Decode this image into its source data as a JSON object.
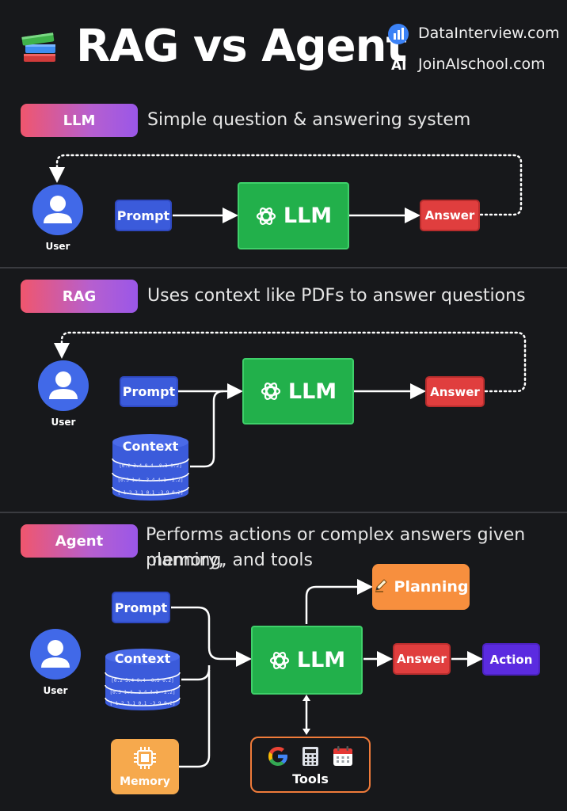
{
  "header": {
    "title": "RAG vs Agent",
    "brand_1": "DataInterview.com",
    "brand_2_prefix": "AI",
    "brand_2": "JoinAIschool.com"
  },
  "sections": {
    "llm": {
      "pill": "LLM",
      "description": "Simple question & answering system"
    },
    "rag": {
      "pill": "RAG",
      "description": "Uses context like PDFs to answer questions"
    },
    "agent": {
      "pill": "Agent",
      "description_line1": "Performs actions or complex answers given memory,",
      "description_line2": "planning, and tools"
    }
  },
  "nodes": {
    "user": "User",
    "prompt": "Prompt",
    "llm": "LLM",
    "answer": "Answer",
    "context": "Context",
    "context_row1": "[0.2  3.4  0.4  -0.3  0.2]",
    "context_row2": "[0.5  1.4  -3.4  4.1  -2.2]",
    "context_row3": "[-1.2  3.1  0.1  -3.9  0.2]",
    "planning": "Planning",
    "action": "Action",
    "memory": "Memory",
    "tools": "Tools"
  },
  "icons": [
    "books-icon",
    "bar-chart-icon",
    "user-icon",
    "openai-icon",
    "pencil-icon",
    "memory-chip-icon",
    "google-icon",
    "calculator-icon",
    "calendar-icon"
  ],
  "colors": {
    "background": "#17181b",
    "llm_green": "#22b04b",
    "prompt_blue": "#3b5bdb",
    "answer_red": "#e03e3e",
    "action_purple": "#5b2be0",
    "planning_orange": "#f78f3e",
    "memory_orange": "#f6a94d",
    "user_blue": "#4169e8"
  }
}
